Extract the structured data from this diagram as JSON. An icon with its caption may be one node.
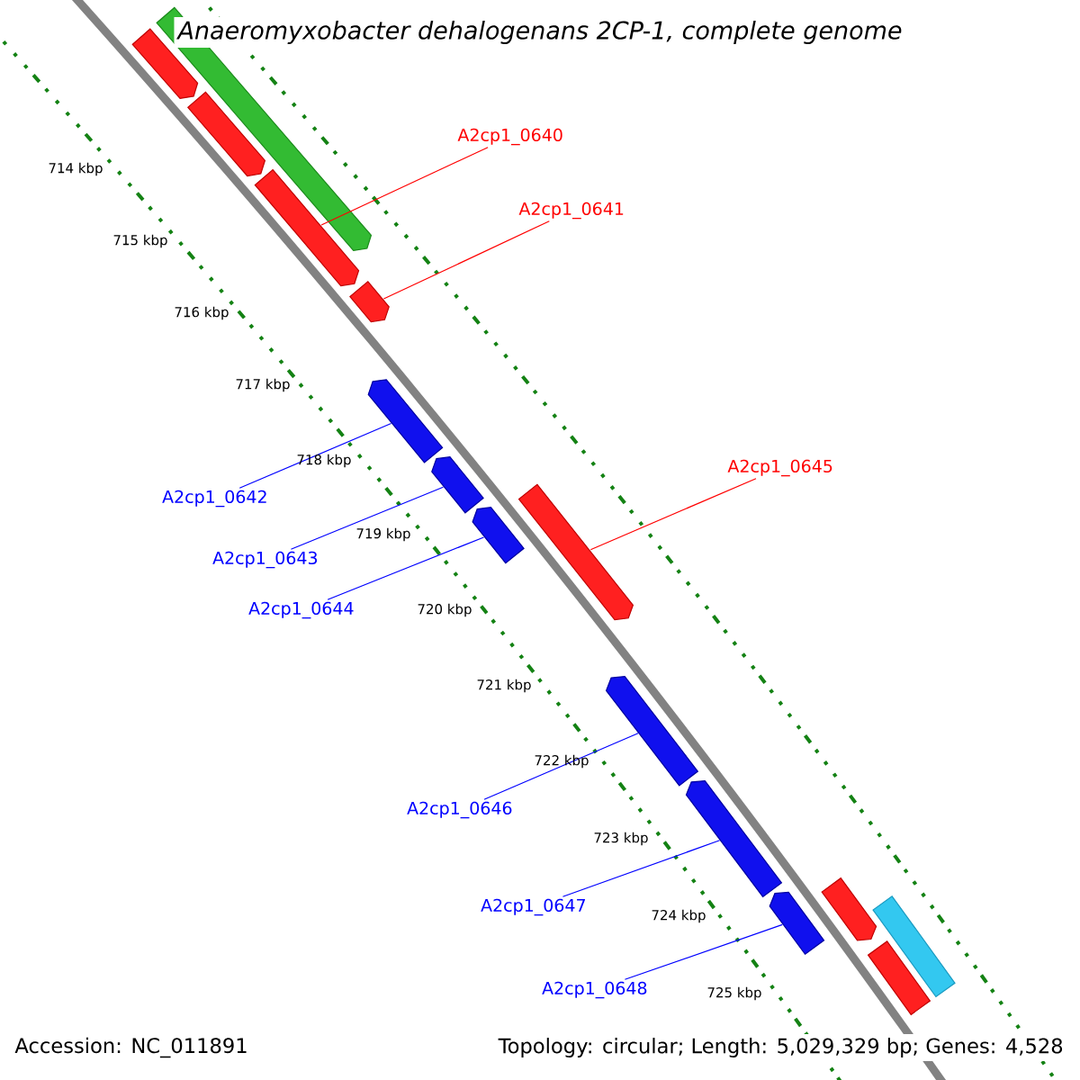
{
  "diagram": {
    "title": "Anaeromyxobacter dehalogenans 2CP-1, complete genome",
    "nodes": [
      {
        "text": [
          "A2cp1_0640"
        ]
      },
      {
        "text": [
          "A2cp1_0641"
        ]
      },
      {
        "text": [
          "A2cp1_0645"
        ]
      },
      {
        "text": [
          "A2cp1_0642"
        ]
      },
      {
        "text": [
          "A2cp1_0643"
        ]
      },
      {
        "text": [
          "A2cp1_0644"
        ]
      },
      {
        "text": [
          "A2cp1_0646"
        ]
      },
      {
        "text": [
          "A2cp1_0647"
        ]
      },
      {
        "text": [
          "A2cp1_0648"
        ]
      },
      {
        "text": [],
        "shape": "arrow"
      },
      {
        "text": [],
        "shape": "arrow"
      },
      {
        "text": [],
        "shape": "arrow"
      },
      {
        "text": [],
        "shape": "arrow"
      },
      {
        "text": [],
        "shape": "arrow"
      },
      {
        "text": [],
        "shape": "arrow"
      },
      {
        "text": [],
        "shape": "arrow"
      },
      {
        "text": [],
        "shape": "arrow"
      },
      {
        "text": [],
        "shape": "arrow"
      },
      {
        "text": [],
        "shape": "arrow"
      },
      {
        "text": [],
        "shape": "arrow"
      },
      {
        "text": [],
        "shape": "arrow"
      },
      {
        "text": [],
        "shape": "arrow"
      },
      {
        "text": [],
        "shape": "arrow"
      },
      {
        "text": [],
        "shape": "arrow"
      }
    ],
    "edges": [
      {
        "from": 0,
        "to": 12,
        "arrow": "none",
        "color": "#ff0000"
      },
      {
        "from": 1,
        "to": 13,
        "arrow": "none",
        "color": "#ff0000"
      },
      {
        "from": 2,
        "to": 17,
        "arrow": "none",
        "color": "#ff0000"
      },
      {
        "from": 3,
        "to": 14,
        "arrow": "none"
      },
      {
        "from": 4,
        "to": 15,
        "arrow": "none"
      },
      {
        "from": 5,
        "to": 16,
        "arrow": "none"
      },
      {
        "from": 6,
        "to": 18,
        "arrow": "none"
      },
      {
        "from": 7,
        "to": 19,
        "arrow": "none"
      },
      {
        "from": 8,
        "to": 20,
        "arrow": "none"
      }
    ],
    "labels": [
      "714 kbp",
      "715 kbp",
      "716 kbp",
      "717 kbp",
      "718 kbp",
      "719 kbp",
      "720 kbp",
      "721 kbp",
      "722 kbp",
      "723 kbp",
      "724 kbp",
      "725 kbp",
      "Accession: NC_011891",
      "Topology: circular; Length: 5,029,329 bp; Genes: 4,528"
    ]
  }
}
